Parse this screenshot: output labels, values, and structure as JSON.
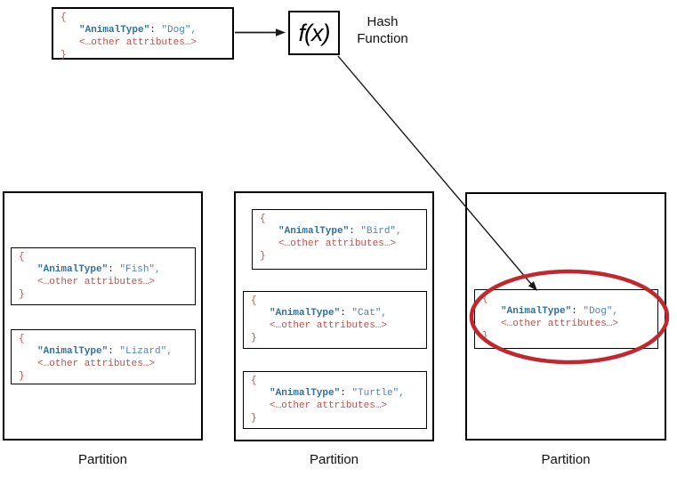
{
  "colors": {
    "key": "#2f6f9f",
    "value": "#4f81bd",
    "punct": "#c0504d",
    "colon": "#222222",
    "ellipse": "#c1272d",
    "arrow": "#1a1a1a"
  },
  "syntax": {
    "open_brace": "{",
    "close_brace": "}",
    "key_token": "\"AnimalType\"",
    "colon_sep": ": ",
    "other_attrs": "<…other attributes…>"
  },
  "source_document": {
    "value": "\"Dog\","
  },
  "hash_function": {
    "box_label": "f(x)",
    "caption_line1": "Hash",
    "caption_line2": "Function"
  },
  "partitions": [
    {
      "label": "Partition",
      "documents": [
        {
          "value": "\"Fish\","
        },
        {
          "value": "\"Lizard\","
        }
      ]
    },
    {
      "label": "Partition",
      "documents": [
        {
          "value": "\"Bird\","
        },
        {
          "value": "\"Cat\","
        },
        {
          "value": "\"Turtle\","
        }
      ]
    },
    {
      "label": "Partition",
      "documents": [
        {
          "value": "\"Dog\","
        }
      ]
    }
  ]
}
